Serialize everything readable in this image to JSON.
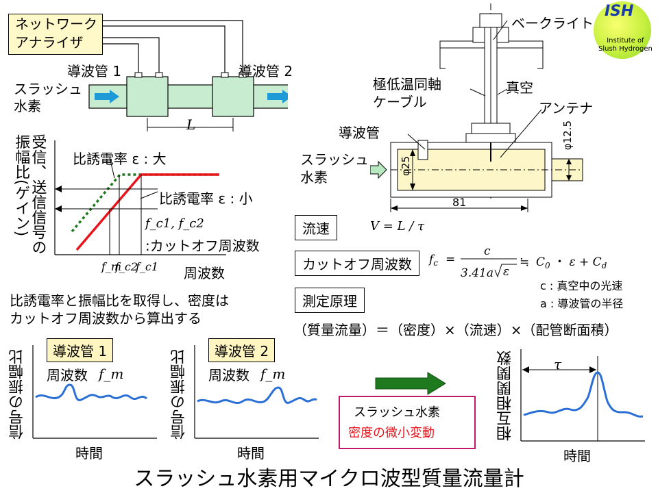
{
  "network_analyzer": "ネットワーク\nアナライザ",
  "waveguide1": "導波管 1",
  "waveguide2": "導波管 2",
  "slush_h2_left": "スラッシュ\n水素",
  "length_L": "L",
  "y_axis_amp": "受信、送信信号の\n振幅比(ゲイン)",
  "eps_large": "比誘電率 ε : 大",
  "eps_small": "比誘電率 ε : 小",
  "fc_labels": "f_c1, f_c2",
  "cutoff_label": ":カットオフ周波数",
  "x_ticks": [
    "f_m",
    "f_c2",
    "f_c1"
  ],
  "freq_label": "周波数",
  "explanation": "比誘電率と振幅比を取得し、密度は\nカットオフ周波数から算出する",
  "bakelite": "ベークライト",
  "cryo_cable": "極低温同軸\nケーブル",
  "vacuum": "真空",
  "antenna": "アンテナ",
  "waveguide": "導波管",
  "slush_h2_right": "スラッシュ\n水素",
  "dim_phi25": "φ25",
  "dim_phi125": "φ12.5",
  "dim_81": "81",
  "logo_ish": "ISH",
  "logo_sub": "Institute of\nSlush Hydrogen",
  "flow_speed_label": "流速",
  "flow_speed_eq": "V = L / τ",
  "cutoff_freq_label": "カットオフ周波数",
  "measure_principle": "測定原理",
  "light_speed_def": "c : 真空中の光速",
  "radius_def": "a : 導波管の半径",
  "mass_flow_eq": "（質量流量）＝（密度）×（流速）×（配管断面積）",
  "sig_wg1": "導波管 1",
  "sig_wg2": "導波管 2",
  "freq_fm": "周波数",
  "fm_sym": "f_m",
  "sig_amp_ylabel": "信号の振幅比",
  "time_label": "時間",
  "pink_box_line1": "スラッシュ水素",
  "pink_box_line2": "密度の微小変動",
  "corr_ylabel": "相互相関関数",
  "tau": "τ",
  "main_title": "スラッシュ水素用マイクロ波型質量流量計",
  "colors": {
    "red": "#e8141c",
    "green": "#1f7a1f",
    "pipe_fill": "#c8ecd0",
    "signal_blue": "#2a6fd6",
    "pink_border": "#c2186b"
  }
}
